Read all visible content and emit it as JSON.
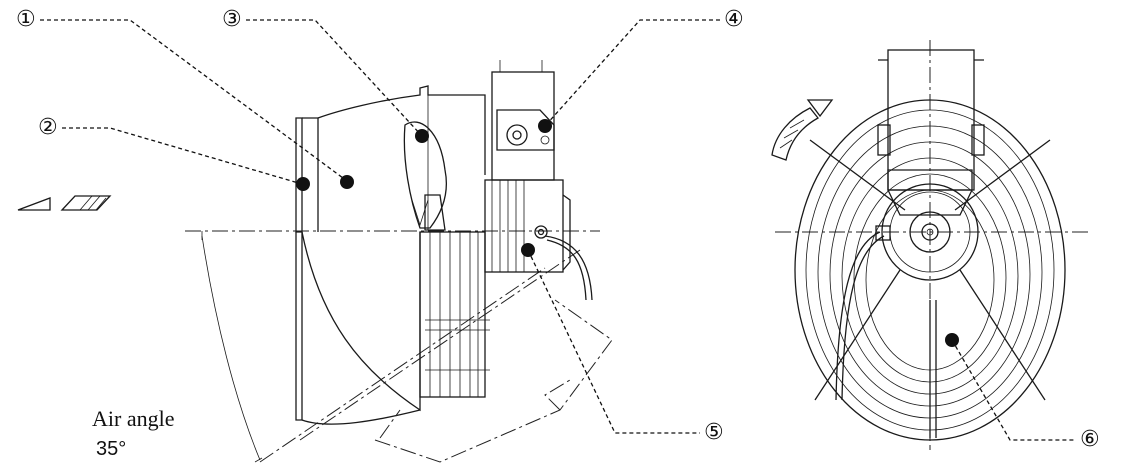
{
  "callouts": [
    "①",
    "②",
    "③",
    "④",
    "⑤",
    "⑥"
  ],
  "labels": {
    "air_angle": "Air angle",
    "angle_value": "35°"
  }
}
